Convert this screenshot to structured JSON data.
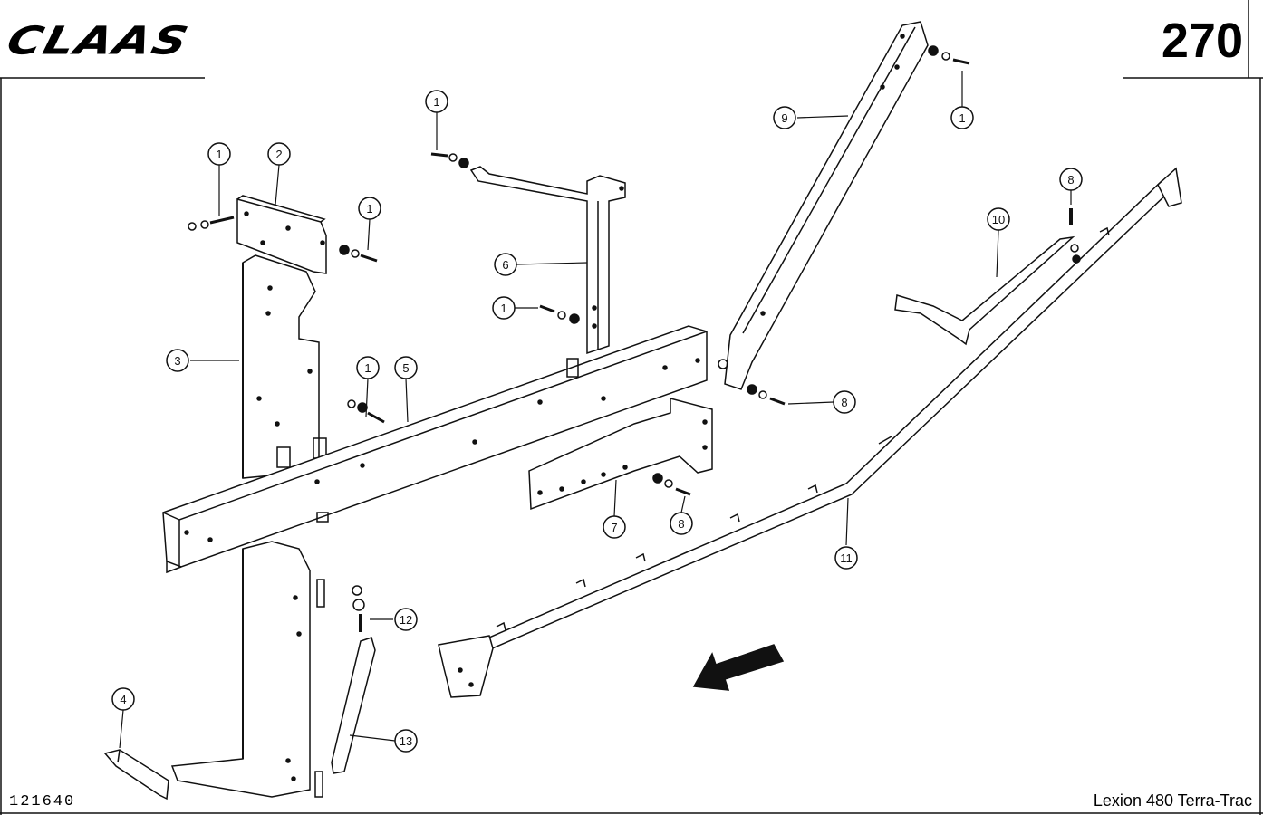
{
  "header": {
    "brand": "CLAAS",
    "page_number": "270"
  },
  "footer": {
    "doc_id": "121640",
    "model": "Lexion 480 Terra-Trac"
  },
  "callouts": {
    "c1a": "1",
    "c2": "2",
    "c1b": "1",
    "c1c": "1",
    "c6": "6",
    "c1d": "1",
    "c3": "3",
    "c1e": "1",
    "c5": "5",
    "c9": "9",
    "c1f": "1",
    "c10": "10",
    "c8a": "8",
    "c8b": "8",
    "c7": "7",
    "c8c": "8",
    "c11": "11",
    "c12": "12",
    "c4": "4",
    "c13": "13"
  },
  "colors": {
    "ink": "#111111",
    "paper": "#ffffff"
  }
}
